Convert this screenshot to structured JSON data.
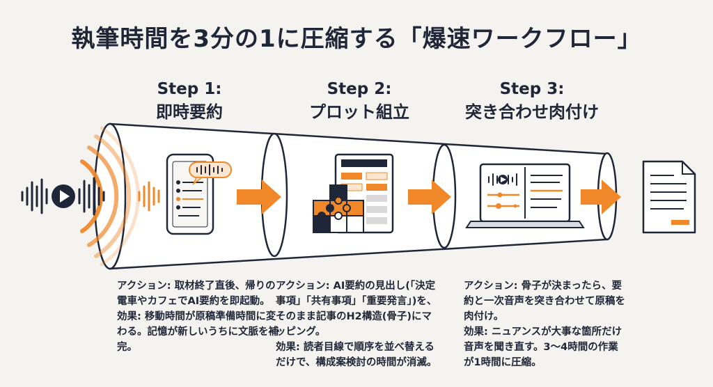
{
  "title": "執筆時間を3分の1に圧縮する「爆速ワークフロー」",
  "colors": {
    "accent": "#f0882a",
    "ink": "#1f2637",
    "paper": "#f4f3ef"
  },
  "steps": [
    {
      "num": "Step 1:",
      "name": "即時要約",
      "action": "アクション: 取材終了直後、帰りの電車やカフェでAI要約を即起動。",
      "effect": "効果: 移動時間が原稿準備時間に変わる。記憶が新しいうちに文脈を補完。"
    },
    {
      "num": "Step 2:",
      "name": "プロット組立",
      "action": "アクション: AI要約の見出し(「決定事項」「共有事項」「重要発言」)を、そのまま記事のH2構造(骨子)にマッピング。",
      "effect": "効果: 読者目線で順序を並べ替えるだけで、構成案検討の時間が消滅。"
    },
    {
      "num": "Step 3:",
      "name": "突き合わせ肉付け",
      "action": "アクション: 骨子が決まったら、要約と一次音声を突き合わせて原稿を肉付け。",
      "effect": "効果: ニュアンスが大事な箇所だけ音声を聞き直す。3〜4時間の作業が1時間に圧縮。"
    }
  ]
}
